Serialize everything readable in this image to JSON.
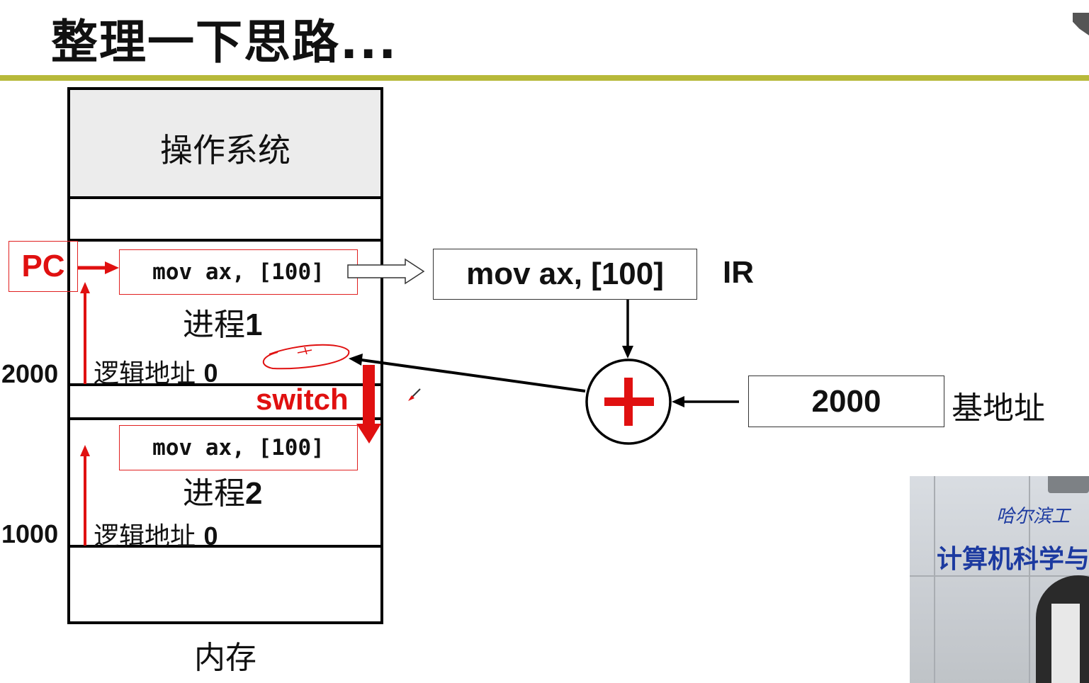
{
  "slide": {
    "title": "整理一下思路..."
  },
  "memory": {
    "os_label": "操作系统",
    "label": "内存",
    "pc_label": "PC",
    "process1": {
      "instruction": "mov ax, [100]",
      "name": "进程",
      "number": "1",
      "logical_prefix": "逻辑地址",
      "logical_value": "0",
      "address": "2000"
    },
    "process2": {
      "instruction": "mov ax, [100]",
      "name": "进程",
      "number": "2",
      "logical_prefix": "逻辑地址",
      "logical_value": "0",
      "address": "1000"
    },
    "switch_label": "switch"
  },
  "cpu": {
    "ir_content": "mov ax, [100]",
    "ir_label": "IR",
    "base_value": "2000",
    "base_label": "基地址",
    "adder_symbol": "+"
  },
  "video": {
    "caption_line1": "哈尔滨工",
    "caption_line2": "计算机科学与"
  },
  "colors": {
    "accent_red": "#e01010",
    "rule_olive": "#b7b93a",
    "os_fill": "#ececec"
  }
}
